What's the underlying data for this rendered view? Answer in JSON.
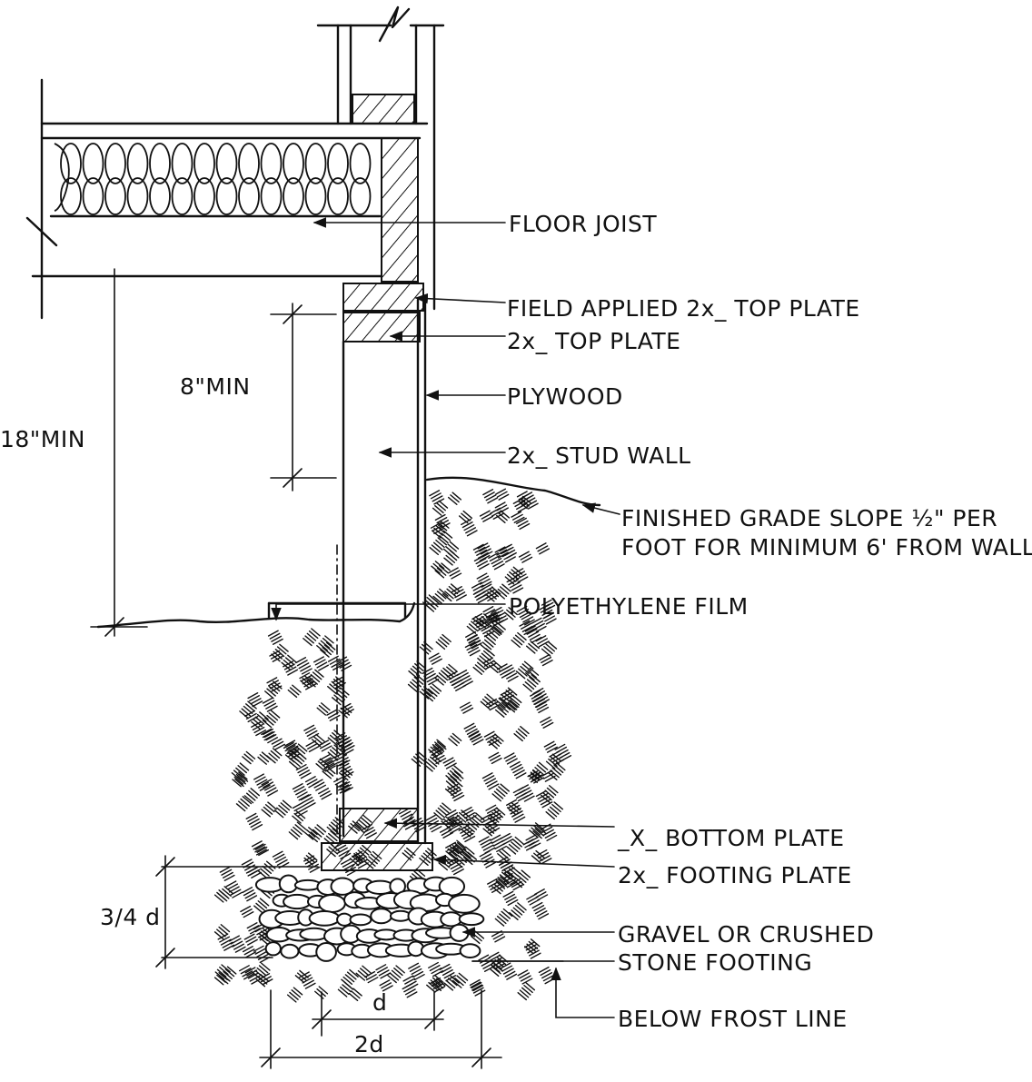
{
  "labels": {
    "floor_joist": "FLOOR JOIST",
    "field_top_plate": "FIELD APPLIED 2x_ TOP PLATE",
    "top_plate": "2x_ TOP PLATE",
    "plywood": "PLYWOOD",
    "stud_wall": "2x_ STUD WALL",
    "finished_grade_1": "FINISHED GRADE SLOPE ½\" PER",
    "finished_grade_2": "FOOT FOR MINIMUM 6' FROM WALL",
    "polyethylene": "POLYETHYLENE FILM",
    "bottom_plate": "_X_ BOTTOM PLATE",
    "footing_plate": "2x_ FOOTING PLATE",
    "gravel_1": "GRAVEL OR CRUSHED",
    "gravel_2": "STONE FOOTING",
    "frost_line": "BELOW FROST LINE"
  },
  "dimensions": {
    "eight_min": "8\"MIN",
    "eighteen_min": "18\"MIN",
    "three_quarter_d": "3/4 d",
    "d": "d",
    "two_d": "2d"
  }
}
